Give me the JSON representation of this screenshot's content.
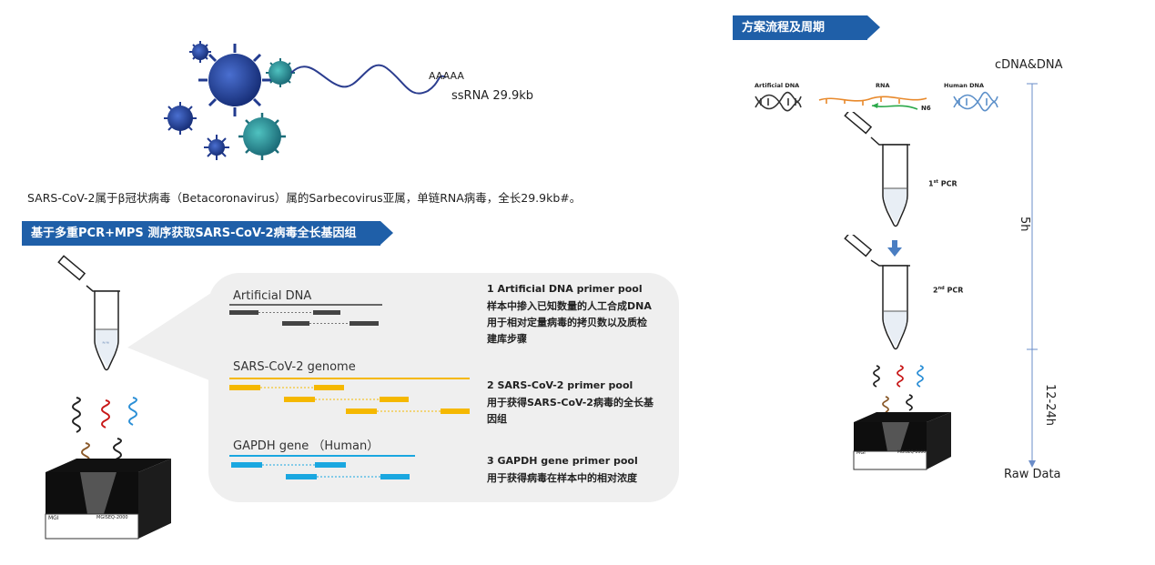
{
  "top": {
    "polya": "AAAAA",
    "ssrna": "ssRNA 29.9kb",
    "description": "SARS-CoV-2属于β冠状病毒（Betacoronavirus）属的Sarbecovirus亚属，单链RNA病毒，全长29.9kb#。"
  },
  "left_banner": "基于多重PCR+MPS 测序获取SARS-CoV-2病毒全长基因组",
  "right_banner": "方案流程及周期",
  "callout": {
    "artificial_label": "Artificial DNA",
    "sars_label": "SARS-CoV-2 genome",
    "gapdh_label": "GAPDH gene （Human）"
  },
  "pools": [
    {
      "title": "1 Artificial DNA primer pool",
      "lines": [
        "样本中掺入已知数量的人工合成DNA",
        "用于相对定量病毒的拷贝数以及质检",
        "建库步骤"
      ]
    },
    {
      "title": "2 SARS-CoV-2 primer pool",
      "lines": [
        "用于获得SARS-CoV-2病毒的全长基",
        "因组"
      ]
    },
    {
      "title": "3 GAPDH gene primer pool",
      "lines": [
        "用于获得病毒在样本中的相对浓度"
      ]
    }
  ],
  "workflow": {
    "cdna_label": "cDNA&DNA",
    "artificial_dna": "Artificial DNA",
    "rna": "RNA",
    "human_dna": "Human DNA",
    "n6": "N6",
    "pcr1_num": "1",
    "pcr1_sup": "st",
    "pcr1_tail": " PCR",
    "pcr2_num": "2",
    "pcr2_sup": "nd",
    "pcr2_tail": " PCR",
    "time1": "5h",
    "time2": "12-24h",
    "raw_data": "Raw Data"
  },
  "machine_left": {
    "brand": "MGI",
    "model": "MGISEQ-2000"
  },
  "machine_right": {
    "brand": "MGI",
    "model": "MGISEQ-2000"
  },
  "colors": {
    "banner": "#1f5fa8",
    "yellow": "#f5b800",
    "cyan": "#1aa7e0",
    "dark": "#444444",
    "orange": "#e8892b",
    "green": "#2aa84a",
    "arrow": "#4a7ec2"
  }
}
